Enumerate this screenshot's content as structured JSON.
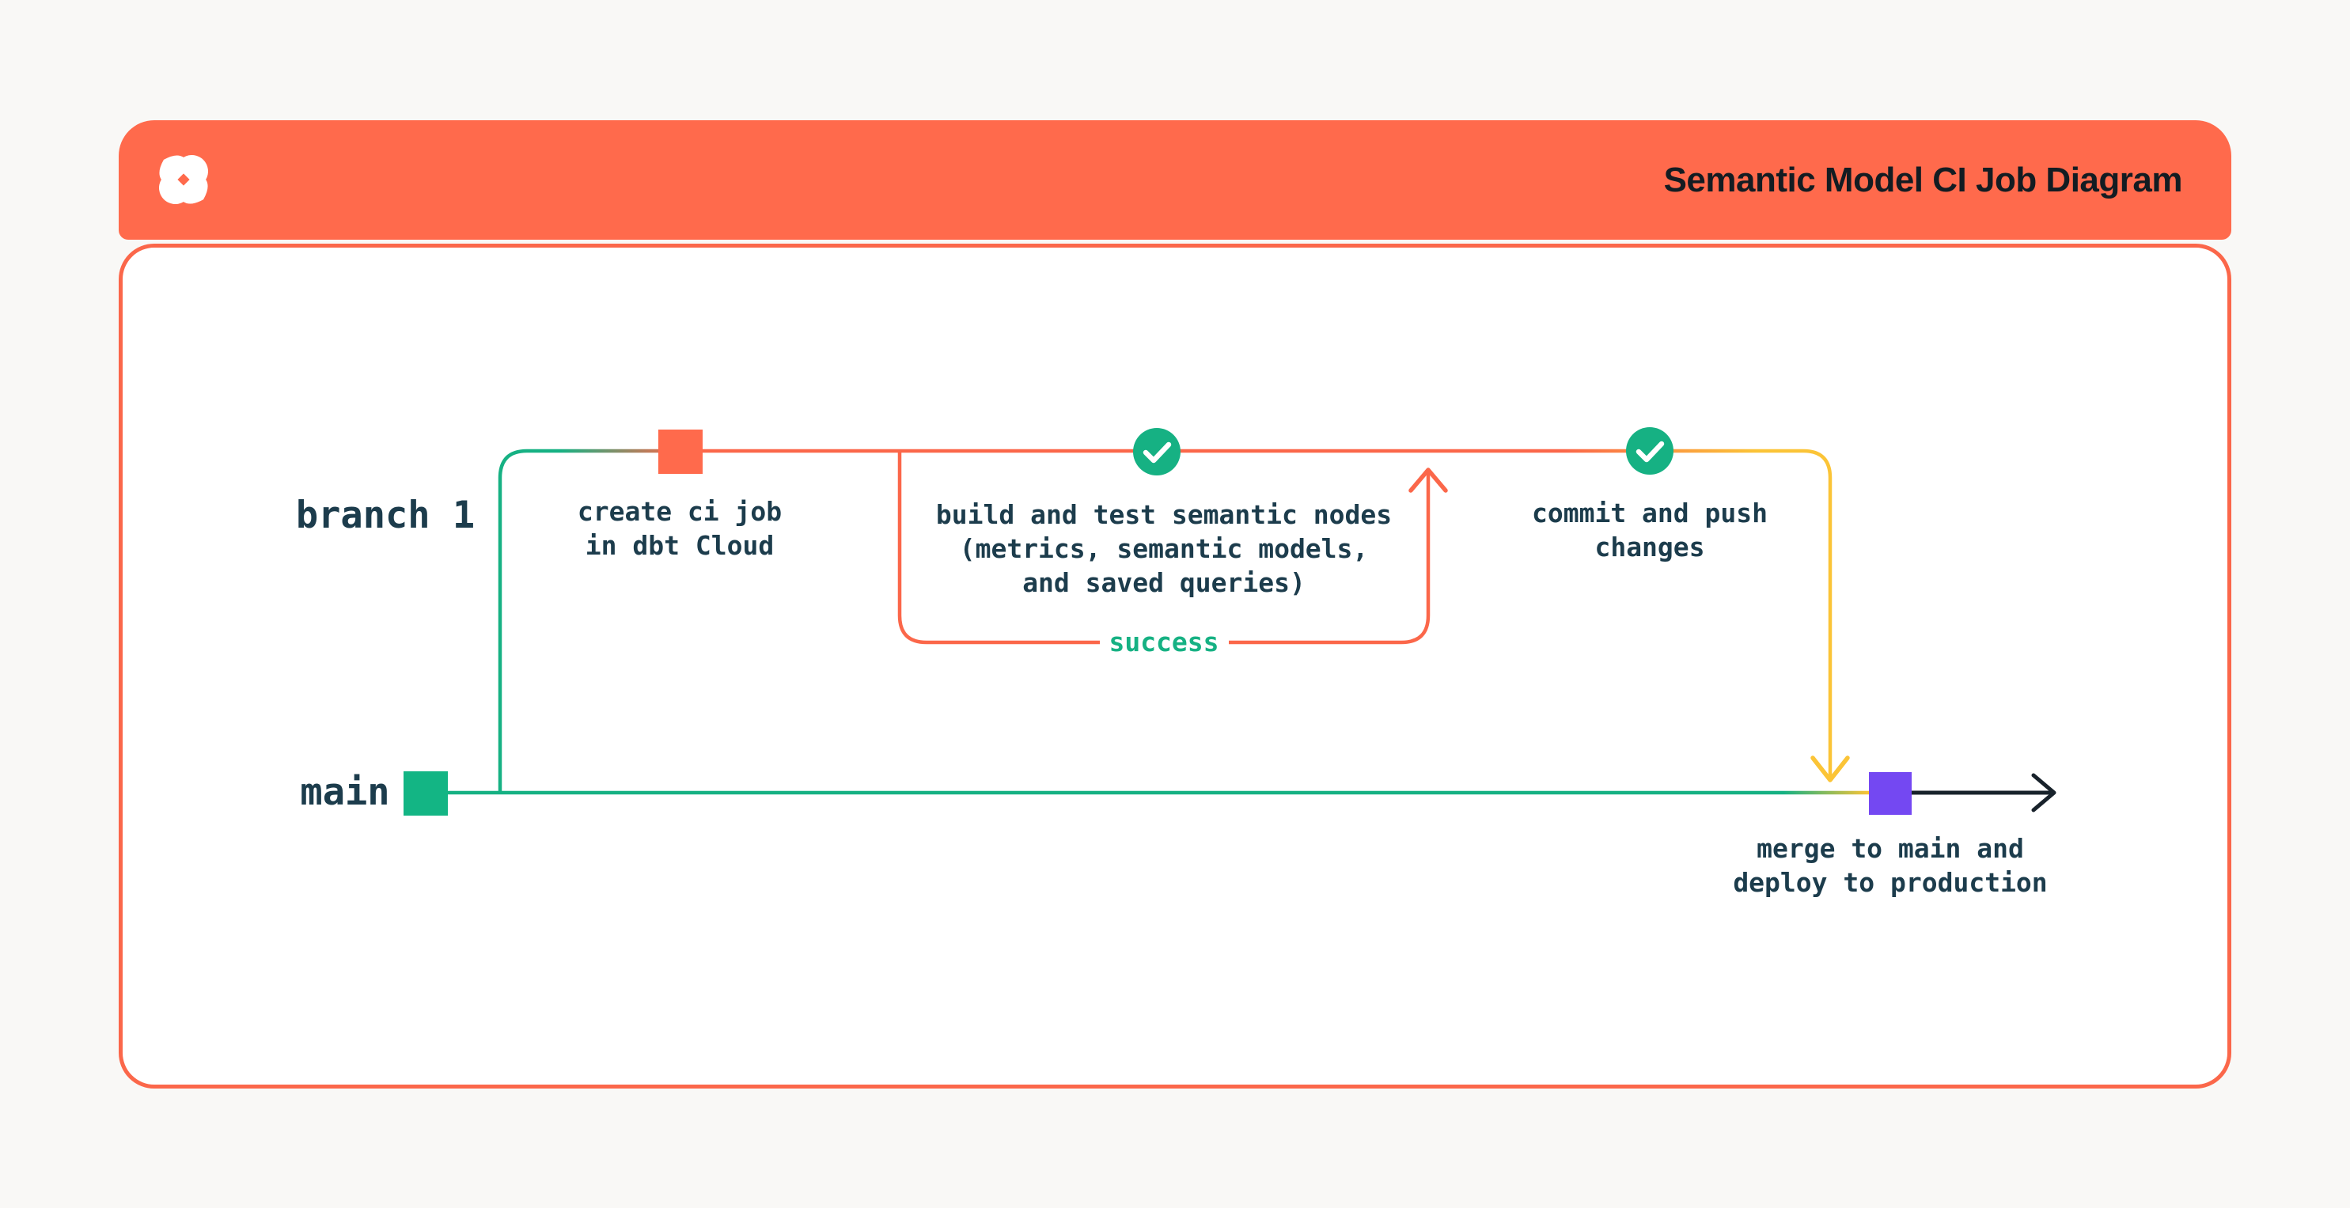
{
  "page": {
    "background_color": "#f9f8f6"
  },
  "header": {
    "title": "Semantic Model CI Job Diagram",
    "background_color": "#ff6a4c",
    "logo_icon": "dbt-logo",
    "title_color": "#131c22"
  },
  "diagram": {
    "branches": {
      "branch1_label": "branch 1",
      "main_label": "main"
    },
    "nodes": {
      "create_ci": {
        "label": "create ci job\nin dbt Cloud",
        "marker": "orange-commit-square",
        "color": "#ff6a4c"
      },
      "build_test": {
        "label": "build and test semantic nodes\n(metrics, semantic models,\nand saved queries)",
        "marker": "check-circle",
        "color": "#16b183"
      },
      "commit_push": {
        "label": "commit and push\nchanges",
        "marker": "check-circle",
        "color": "#16b183"
      },
      "merge_deploy": {
        "label": "merge to main and\ndeploy to production",
        "marker": "purple-merge-square",
        "color": "#7448f2"
      },
      "main_start": {
        "marker": "green-commit-square",
        "color": "#13b584"
      }
    },
    "loop": {
      "label": "success",
      "label_color": "#16b183",
      "line_color": "#fb674a"
    },
    "colors": {
      "branch_green": "#16b183",
      "branch_orange": "#fb674a",
      "branch_yellow": "#fbc437",
      "merge_purple": "#7448f2",
      "text_dark": "#1c3c4c",
      "arrow_black": "#18222b"
    }
  }
}
